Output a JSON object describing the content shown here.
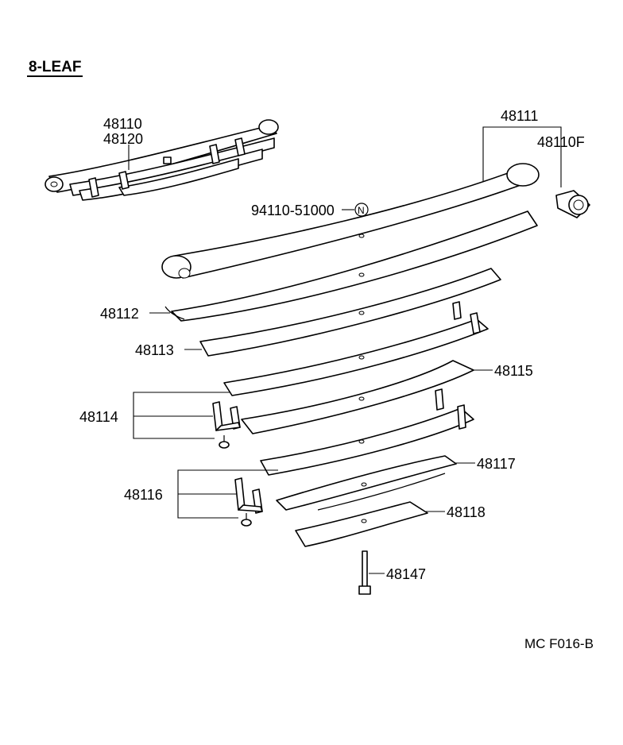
{
  "diagram": {
    "title": "8-LEAF",
    "code": "MC F016-B",
    "colors": {
      "line": "#000000",
      "background": "#ffffff"
    },
    "parts": [
      {
        "id": "p48110",
        "label": "48110"
      },
      {
        "id": "p48120",
        "label": "48120"
      },
      {
        "id": "p48111",
        "label": "48111"
      },
      {
        "id": "p48110f",
        "label": "48110F"
      },
      {
        "id": "p94110",
        "label": "94110-51000",
        "marker": "N"
      },
      {
        "id": "p48112",
        "label": "48112"
      },
      {
        "id": "p48113",
        "label": "48113"
      },
      {
        "id": "p48115",
        "label": "48115"
      },
      {
        "id": "p48114",
        "label": "48114"
      },
      {
        "id": "p48117",
        "label": "48117"
      },
      {
        "id": "p48116",
        "label": "48116"
      },
      {
        "id": "p48118",
        "label": "48118"
      },
      {
        "id": "p48147",
        "label": "48147"
      }
    ]
  }
}
